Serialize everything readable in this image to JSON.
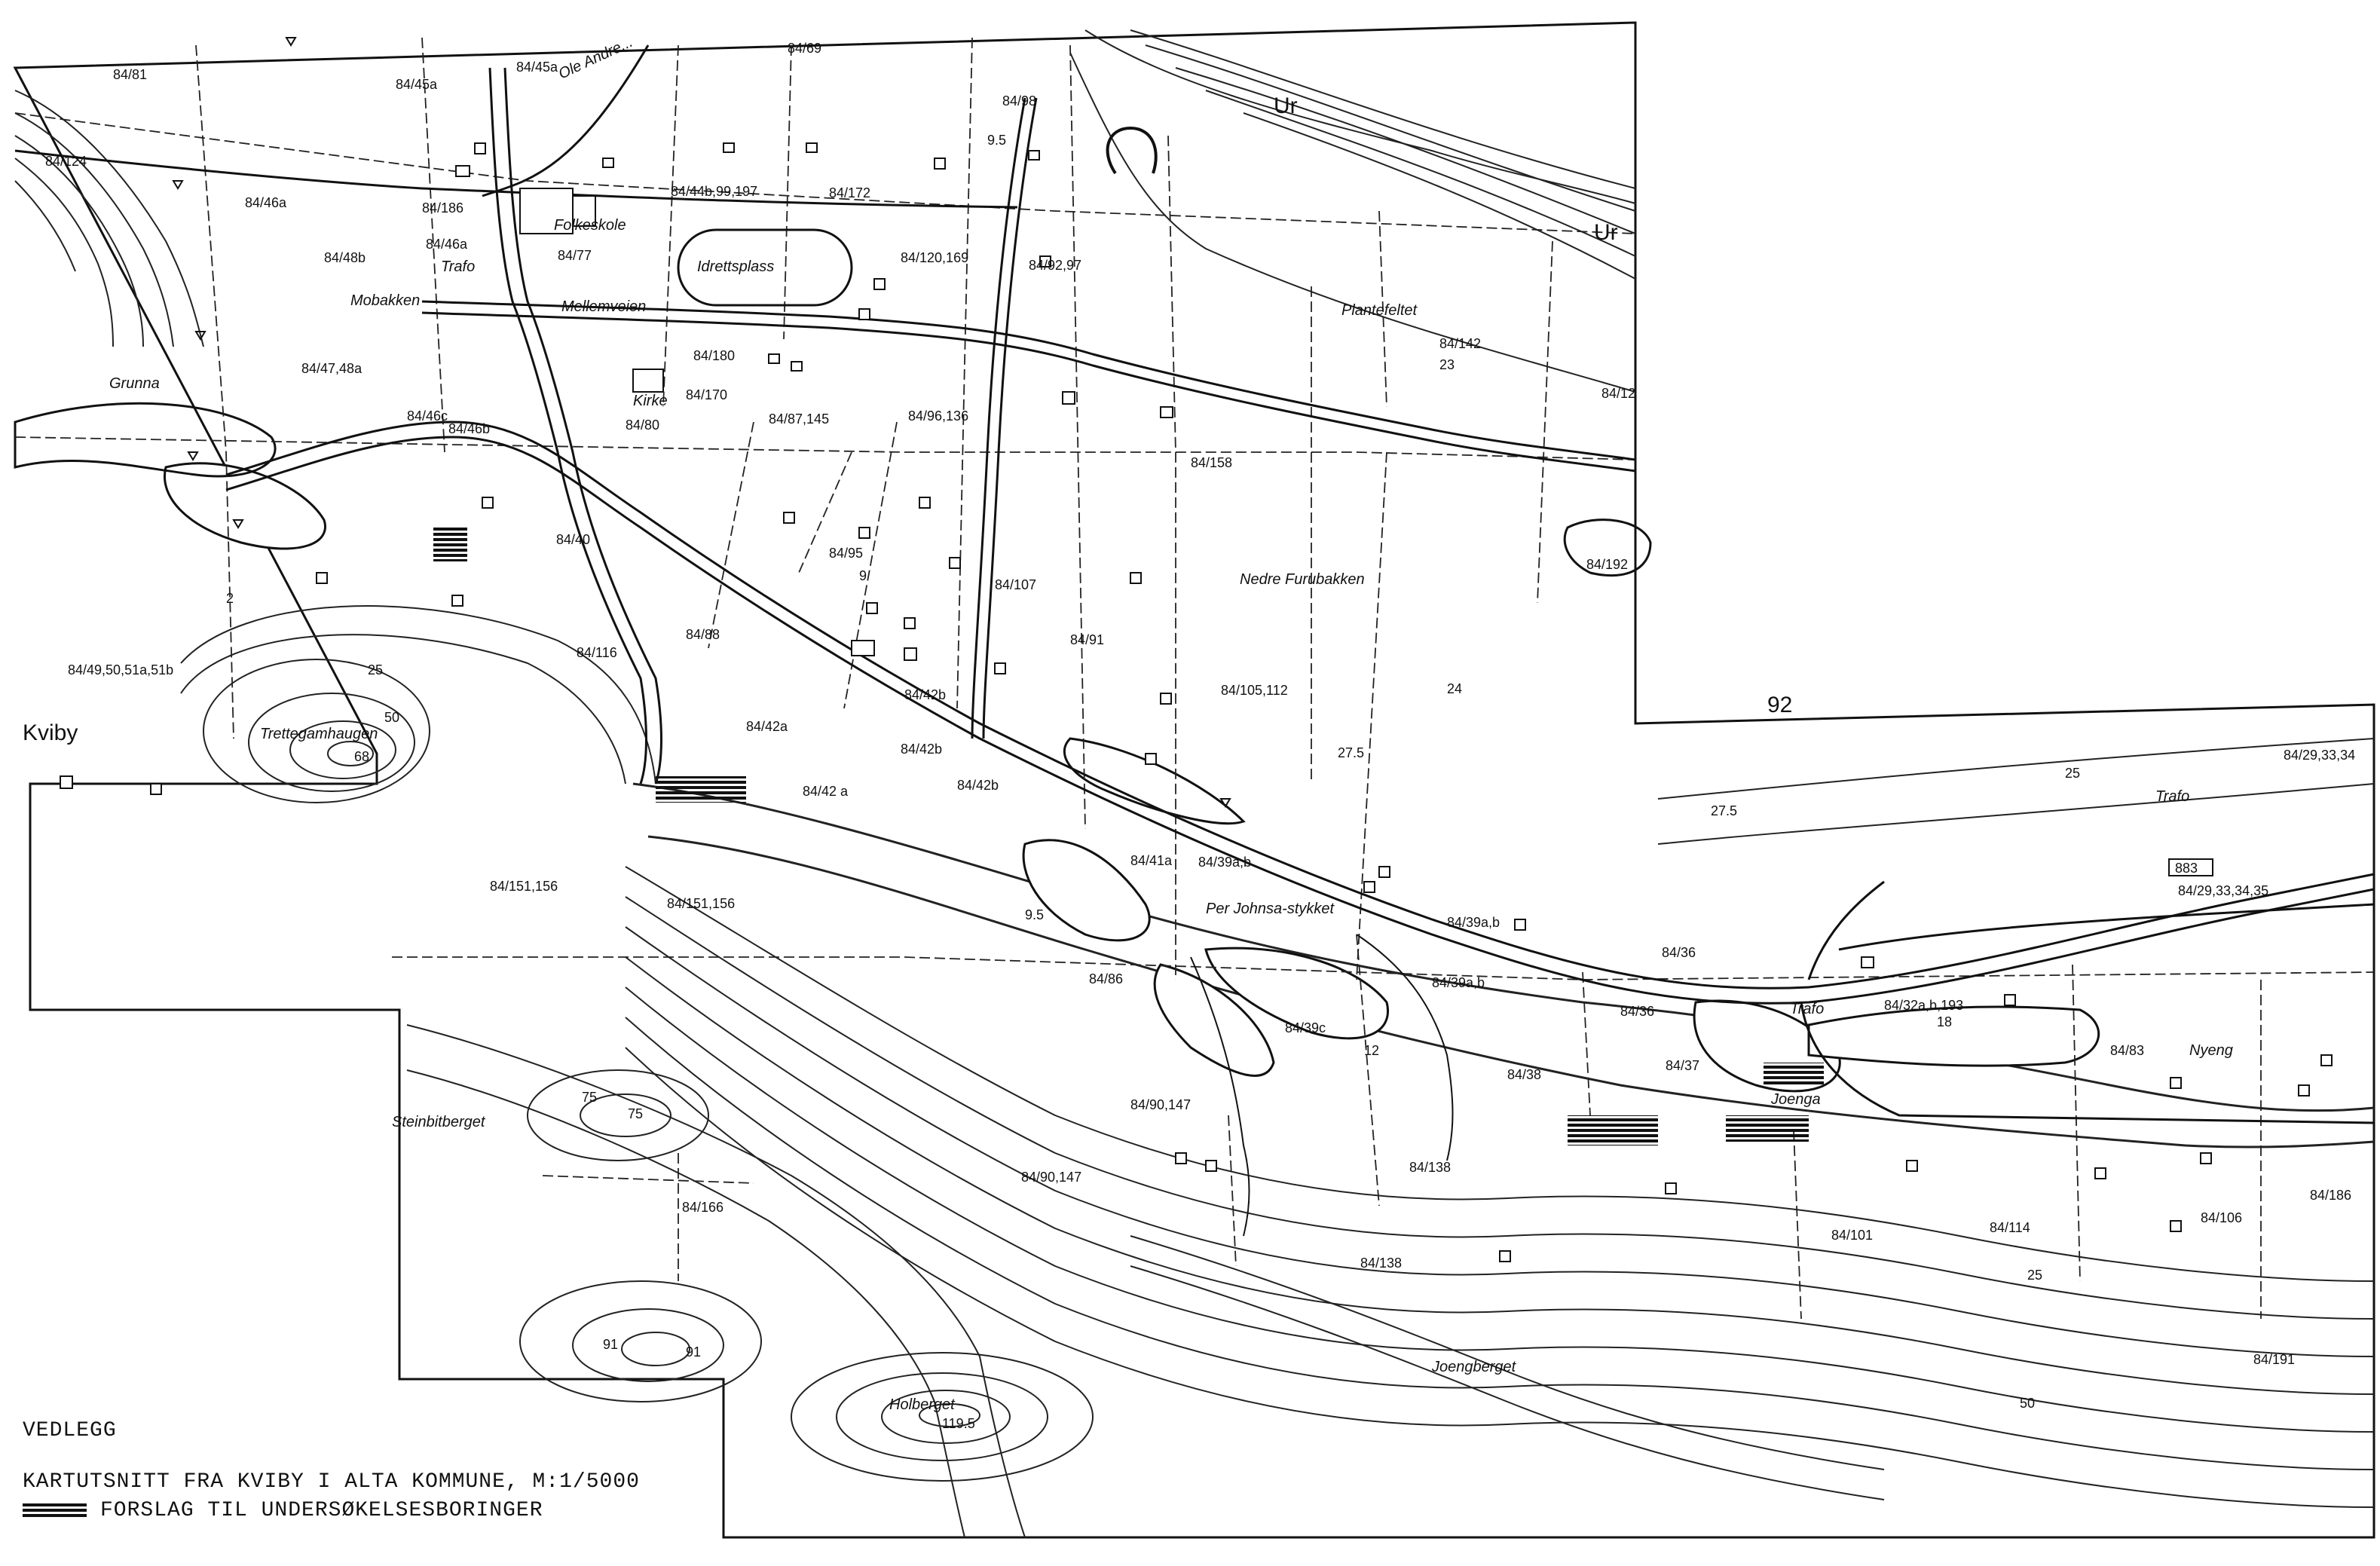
{
  "legend": {
    "heading": "VEDLEGG",
    "title": "KARTUTSNITT  FRA KVIBY I ALTA KOMMUNE, M:1/5000",
    "bore_label": "FORSLAG TIL UNDERSØKELSESBORINGER"
  },
  "places": {
    "folkeskole": "Folkeskole",
    "idrettsplass": "Idrettsplass",
    "mellemveien": "Mellemveien",
    "mobakken": "Mobakken",
    "grunna": "Grunna",
    "kirke": "Kirke",
    "ole_andreas": "Ole Andre...",
    "ur1": "Ur",
    "ur2": "Ur",
    "plantefeltet": "Plantefeltet",
    "nedre_furubakken": "Nedre Furubakken",
    "kviby": "Kviby",
    "trettegamhaugen": "Trettegamhaugen",
    "per_johnsa": "Per Johnsa-stykket",
    "steinbitberget": "Steinbitberget",
    "holberget": "Holberget",
    "joengberget": "Joengberget",
    "joenga": "Joenga",
    "nyeng": "Nyeng",
    "trafo1": "Trafo",
    "trafo2": "Trafo",
    "trafo3": "Trafo",
    "road": "883"
  },
  "plots": [
    "84/81",
    "84/45a",
    "84/45a",
    "84/69",
    "84/98",
    "84/124",
    "84/46a",
    "84/44b,99,197",
    "84/172",
    "84/186",
    "84/46a",
    "84/48b",
    "84/77",
    "84/120,169",
    "84/92,97",
    "84/142",
    "84/47,48a",
    "84/180",
    "84/170",
    "84/87,145",
    "84/96,136",
    "84/12",
    "84/46c",
    "84/80",
    "84/46b",
    "84/158",
    "84/40",
    "84/95",
    "84/107",
    "84/192",
    "84/49,50,51a,51b",
    "84/88",
    "84/116",
    "84/91",
    "84/105,112",
    "84/42b",
    "84/42a",
    "84/42b",
    "84/42 a",
    "84/42b",
    "84/29,33,34",
    "84/151,156",
    "84/151,156",
    "84/41a",
    "84/39a,b",
    "84/39a,b",
    "84/36",
    "84/29,33,34,35",
    "84/86",
    "84/39a,b",
    "84/36",
    "84/32a,b,193",
    "84/39c",
    "84/38",
    "84/37",
    "84/83",
    "84/90,147",
    "84/90,147",
    "84/138",
    "84/166",
    "84/138",
    "84/101",
    "84/114",
    "84/106",
    "84/186",
    "84/191"
  ],
  "elevations": [
    "9.5",
    "25",
    "50",
    "68",
    "2",
    "9.5",
    "12",
    "18",
    "23",
    "24",
    "27.5",
    "27.5",
    "9",
    "25",
    "25",
    "50",
    "75",
    "75",
    "91",
    "91",
    "119.5",
    "92"
  ]
}
